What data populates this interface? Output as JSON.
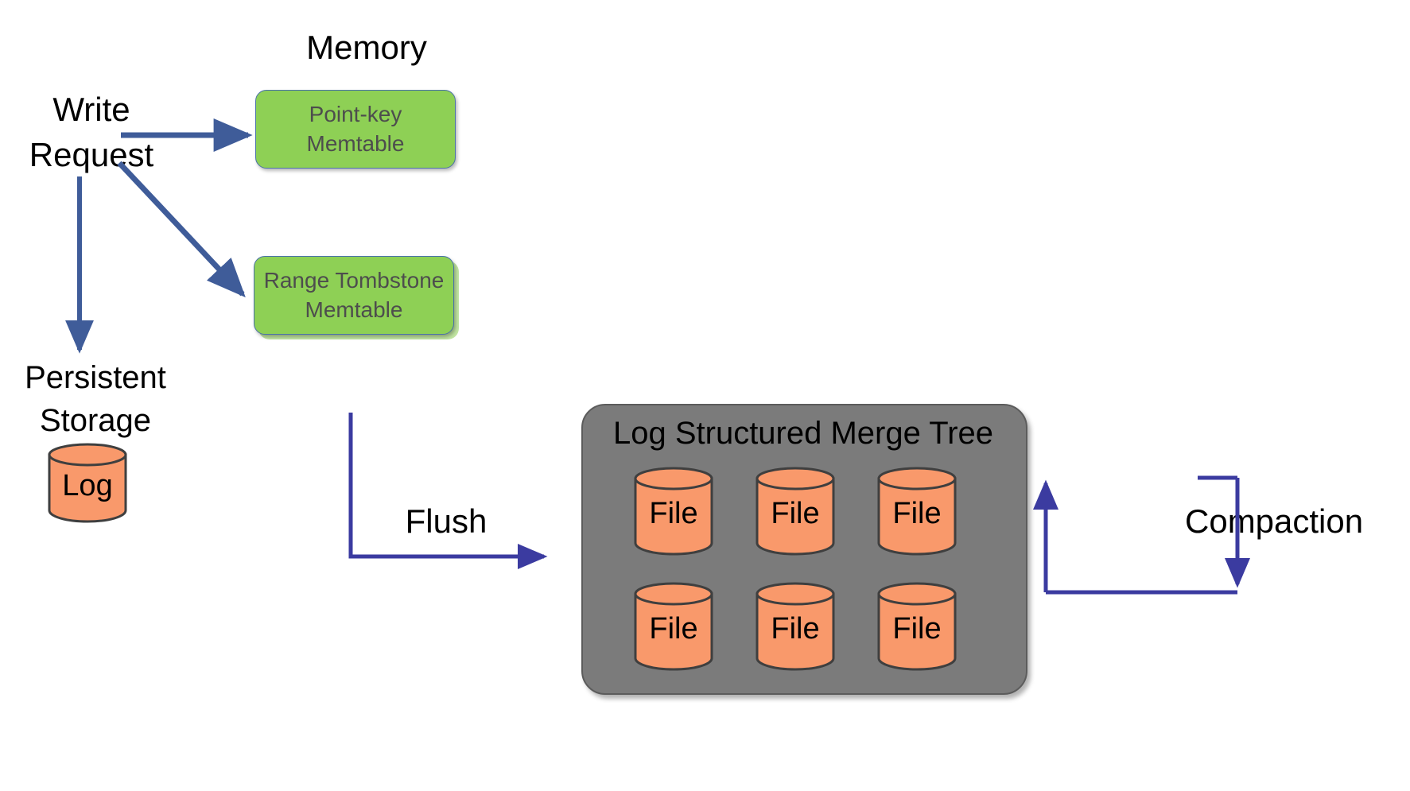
{
  "diagram": {
    "title": "LSM Tree write path",
    "colors": {
      "memtable_green": "#8ED055",
      "cylinder_orange": "#F9996B",
      "panel_grey": "#7B7B7B",
      "arrow_blue": "#3B3BA0",
      "thick_arrow_blue": "#3F5C99",
      "text_black": "#000000",
      "memtable_text_grey": "#4D4D4D"
    }
  },
  "labels": {
    "memory": "Memory",
    "write_request": "Write\nRequest",
    "persistent_storage": "Persistent\nStorage",
    "flush": "Flush",
    "compaction": "Compaction",
    "lsm_title": "Log Structured Merge Tree"
  },
  "memtables": [
    {
      "id": "point-key",
      "text": "Point-key\nMemtable"
    },
    {
      "id": "range-tombstone",
      "text": "Range Tombstone\nMemtable"
    }
  ],
  "log_cylinder": {
    "label": "Log"
  },
  "lsm_files": [
    {
      "row": 1,
      "col": 1,
      "label": "File"
    },
    {
      "row": 1,
      "col": 2,
      "label": "File"
    },
    {
      "row": 1,
      "col": 3,
      "label": "File"
    },
    {
      "row": 2,
      "col": 1,
      "label": "File"
    },
    {
      "row": 2,
      "col": 2,
      "label": "File"
    },
    {
      "row": 2,
      "col": 3,
      "label": "File"
    }
  ],
  "arrows": [
    {
      "name": "write-to-point-key-memtable",
      "from": "Write Request",
      "to": "Point-key Memtable",
      "style": "straight-right"
    },
    {
      "name": "write-to-range-tombstone-memtable",
      "from": "Write Request",
      "to": "Range Tombstone Memtable",
      "style": "diagonal-down-right"
    },
    {
      "name": "write-to-log",
      "from": "Write Request",
      "to": "Log",
      "style": "straight-down"
    },
    {
      "name": "flush-to-lsm",
      "from": "Memtables",
      "to": "Log Structured Merge Tree",
      "style": "elbow-down-right",
      "label": "Flush"
    },
    {
      "name": "compaction-loop",
      "from": "Log Structured Merge Tree",
      "to": "Log Structured Merge Tree",
      "style": "loop-up-over-down",
      "label": "Compaction"
    }
  ]
}
